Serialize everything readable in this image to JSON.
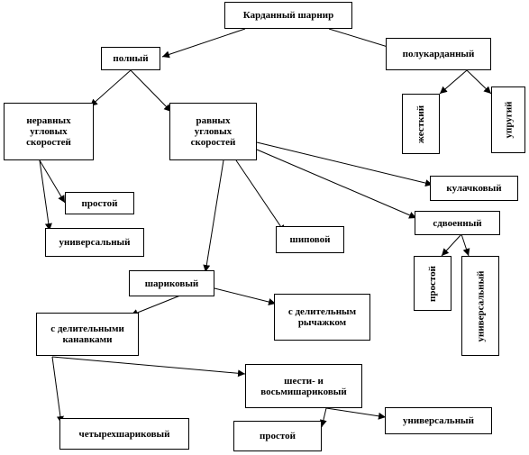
{
  "nodes": {
    "root": "Карданный шарнир",
    "full": "полный",
    "semi": "полукарданный",
    "rigid": "жесткий",
    "elastic": "упругий",
    "unequal": "неравных\nугловых\nскоростей",
    "equal": "равных\nугловых\nскоростей",
    "simple_unequal": "простой",
    "universal_unequal": "универсальный",
    "cam": "кулачковый",
    "double": "сдвоенный",
    "simple_double": "простой",
    "universal_double": "универсальный",
    "pin": "шиповой",
    "ball": "шариковый",
    "divider_grooves": "с делительными\nканавками",
    "divider_lever": "с делительным\nрычажком",
    "six_eight_ball": "шести- и\nвосьмишариковый",
    "four_ball": "четырехшариковый",
    "simple_six": "простой",
    "universal_six": "универсальный"
  }
}
